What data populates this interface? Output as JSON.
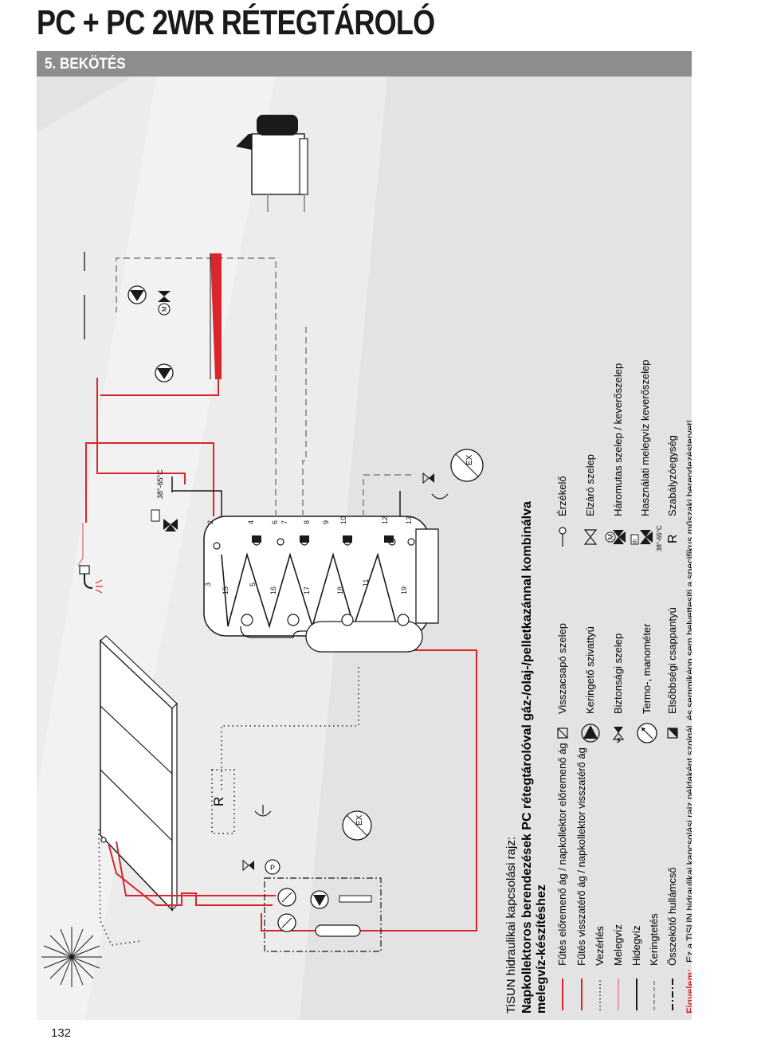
{
  "page": {
    "title": "PC + PC 2WR RÉTEGTÁROLÓ",
    "section": "5. BEKÖTÉS",
    "page_number": "132"
  },
  "caption": {
    "intro": "TiSUN hidraulikai kapcsolási rajz:",
    "heading_line1": "Napkollektoros berendezések PC rétegtárolóval gáz-/olaj-/pelletkazánnal kombinálva",
    "heading_line2": "melegvíz-készítéshez"
  },
  "legend_lines": [
    {
      "label": "Fűtés előremenő ág / napkollektor előremenő ág",
      "color": "#d9262c",
      "style": "solid"
    },
    {
      "label": "Fűtés visszatérő ág / napkollektor visszatérő ág",
      "color": "#d9262c",
      "style": "solid"
    },
    {
      "label": "Vezérlés",
      "color": "#555555",
      "style": "dotted"
    },
    {
      "label": "Melegvíz",
      "color": "#e89aa0",
      "style": "solid"
    },
    {
      "label": "Hidegvíz",
      "color": "#1a1a1a",
      "style": "solid"
    },
    {
      "label": "Keringtetés",
      "color": "#9a9a9a",
      "style": "dashed"
    },
    {
      "label": "Összekötő hullámcső",
      "color": "#1a1a1a",
      "style": "dashdot"
    }
  ],
  "legend_symbols_a": [
    {
      "label": "Visszacsapó szelep",
      "icon": "check-valve-icon"
    },
    {
      "label": "Keringető szivattyú",
      "icon": "pump-icon"
    },
    {
      "label": "Biztonsági szelep",
      "icon": "safety-valve-icon"
    },
    {
      "label": "Termo-, manométer",
      "icon": "gauge-icon"
    },
    {
      "label": "Elsőbbségi csappantyú",
      "icon": "priority-flap-icon"
    }
  ],
  "legend_symbols_b": [
    {
      "label": "Érzékelő",
      "icon": "sensor-icon"
    },
    {
      "label": "Elzáró szelep",
      "icon": "shutoff-valve-icon"
    },
    {
      "label": "Háromutas szelep / keverőszelep",
      "icon": "three-way-valve-icon"
    },
    {
      "label": "Használati melegvíz keverőszelep",
      "icon": "dhw-mixing-valve-icon"
    },
    {
      "label": "Szabályzóegység",
      "icon": "controller-icon"
    }
  ],
  "symbol_texts": {
    "motor": "M",
    "temp_range": "38°-65°C",
    "controller": "R",
    "expansion": "EX",
    "pressure": "P",
    "thermo": "th"
  },
  "warning": {
    "label": "Figyelem:",
    "text": "Ez a TiSUN hidraulikai kapcsolási rajz példaként szolgál, és semmiképp sem helyettesíti a specifikus műszaki berendezéstervet!"
  },
  "tank_ports": [
    "2",
    "3",
    "4",
    "5",
    "6",
    "7",
    "8",
    "9",
    "10",
    "11",
    "12",
    "13",
    "15",
    "16",
    "17",
    "18",
    "19"
  ],
  "colors": {
    "red": "#d9262c",
    "pink": "#e89aa0",
    "dark": "#1a1a1a",
    "grey_bar": "#8d8d8d",
    "panel": "#e3e3e3"
  }
}
